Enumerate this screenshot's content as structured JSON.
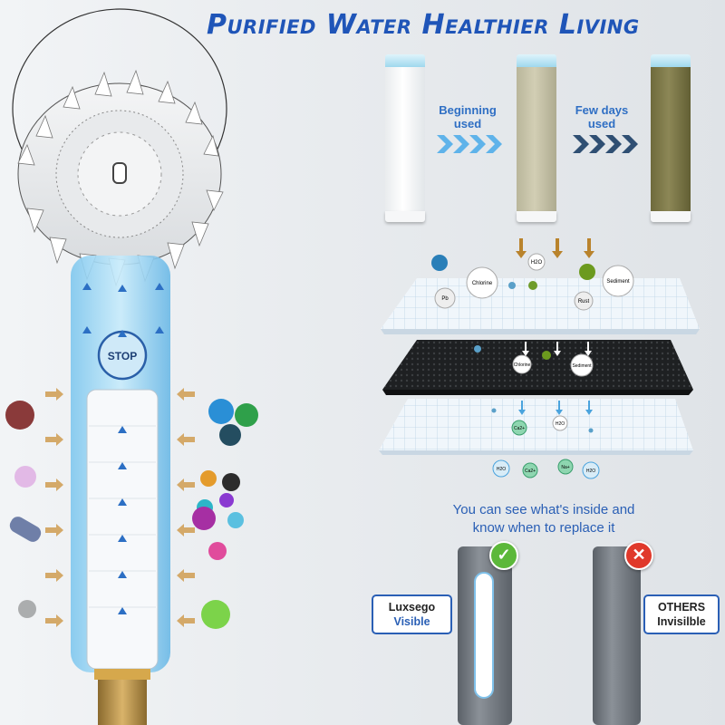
{
  "title": "Purified Water Healthier Living",
  "stages": {
    "beginning": "Beginning used",
    "few_days": "Few days used"
  },
  "shower": {
    "stop_label": "STOP"
  },
  "particles": {
    "top": [
      "H2O",
      "Chlorine",
      "Sediment",
      "Pb",
      "Rust"
    ],
    "middle": [
      "Chlorine",
      "Sediment"
    ],
    "lower": [
      "Ca2+",
      "H2O"
    ],
    "output": [
      "H2O",
      "Ca2+",
      "Na+",
      "H2O"
    ]
  },
  "visibility": {
    "heading_line1": "You can see what's inside and",
    "heading_line2": "know when to replace it",
    "ours_brand": "Luxsego",
    "ours_state": "Visible",
    "others_brand": "OTHERS",
    "others_state": "Invisilble"
  },
  "colors": {
    "accent_blue": "#1f55b8",
    "check_green": "#5cb83a",
    "cross_red": "#e0392b"
  }
}
